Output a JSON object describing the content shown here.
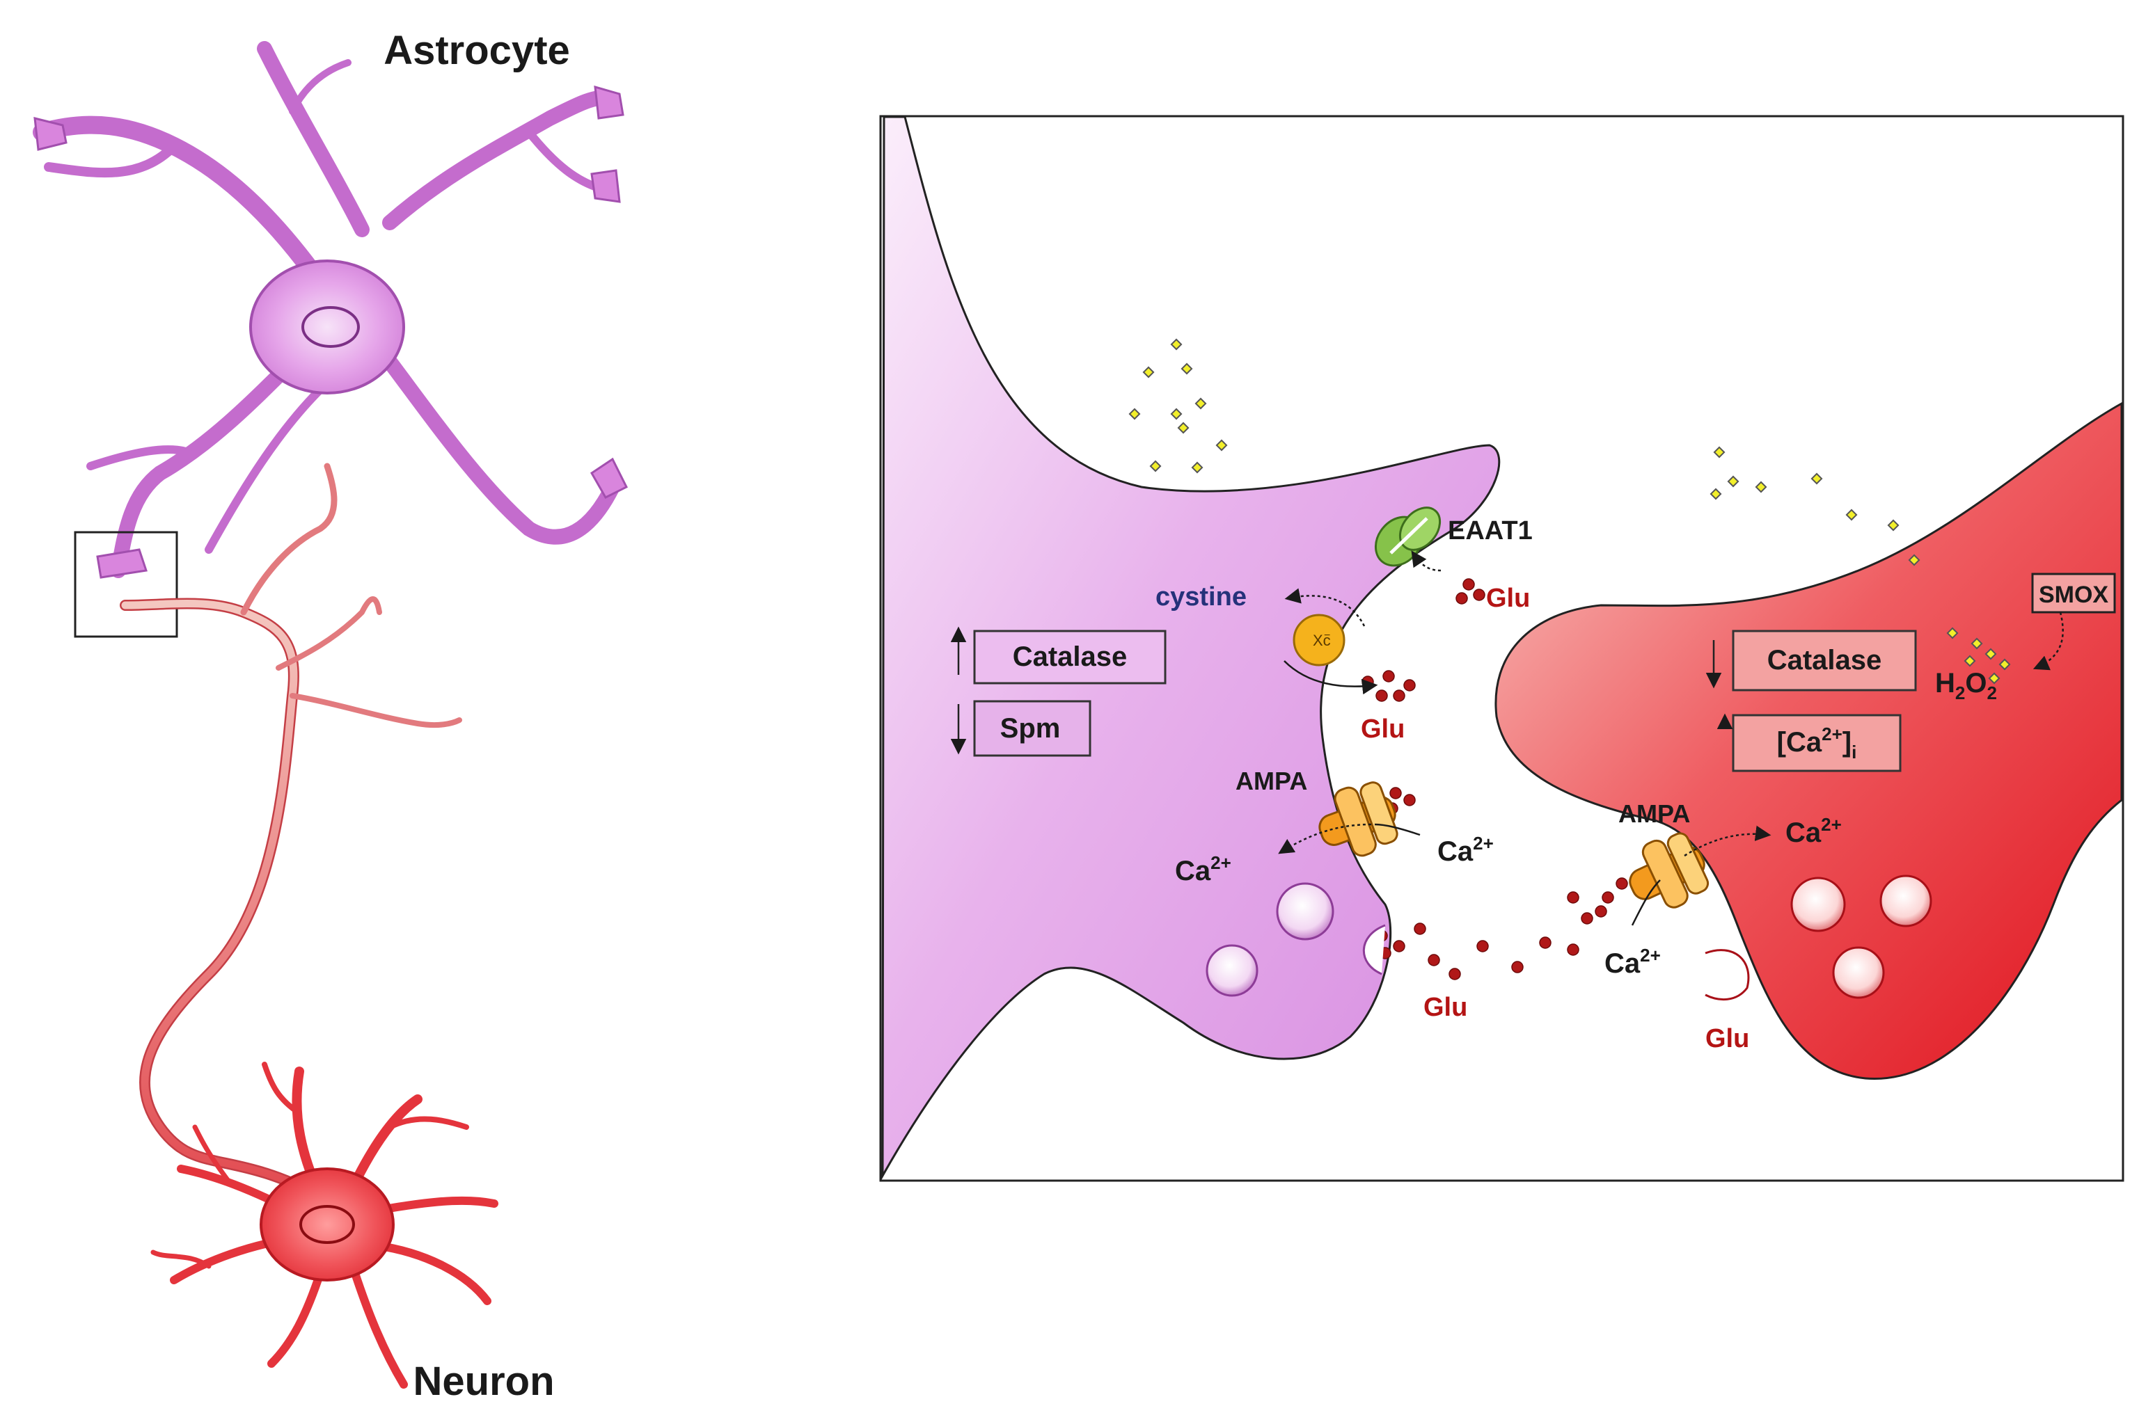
{
  "overview": {
    "astrocyte_label": "Astrocyte",
    "neuron_label": "Neuron"
  },
  "synapse": {
    "astro_side": {
      "transporter_label": "EAAT1",
      "exchanger_label": "cystine",
      "exchanger_symbol": "Xc",
      "exchanger_superscript": "−",
      "receptor_label": "AMPA",
      "glu_label": "Glu",
      "ca_in": "Ca",
      "ca_out": "Ca",
      "ca_superscript": "2+",
      "box_catalase": "Catalase",
      "box_spm": "Spm",
      "catalase_arrow": "up",
      "spm_arrow": "down"
    },
    "neuron_side": {
      "receptor_label": "AMPA",
      "glu_label": "Glu",
      "ca_in": "Ca",
      "ca_out": "Ca",
      "ca_superscript": "2+",
      "box_catalase": "Catalase",
      "box_calcium": "[Ca",
      "box_calcium_sup": "2+",
      "box_calcium_tail": "]",
      "box_calcium_sub": "i",
      "catalase_arrow": "down",
      "calcium_arrow": "up",
      "enzyme_label": "SMOX",
      "product_main": "H",
      "product_sub1": "2",
      "product_mid": "O",
      "product_sub2": "2"
    },
    "cleft_glu_label": "Glu"
  },
  "colors": {
    "astrocyte": "#d98be0",
    "astrocyte_dark": "#9c4aa6",
    "neuron": "#e8323a",
    "neuron_dark": "#a81018",
    "glutamate": "#b01818",
    "ros_dot": "#f2ef2a",
    "eaat1": "#86c24a",
    "exchanger": "#f5b21c",
    "ampa": "#f39a1e"
  }
}
